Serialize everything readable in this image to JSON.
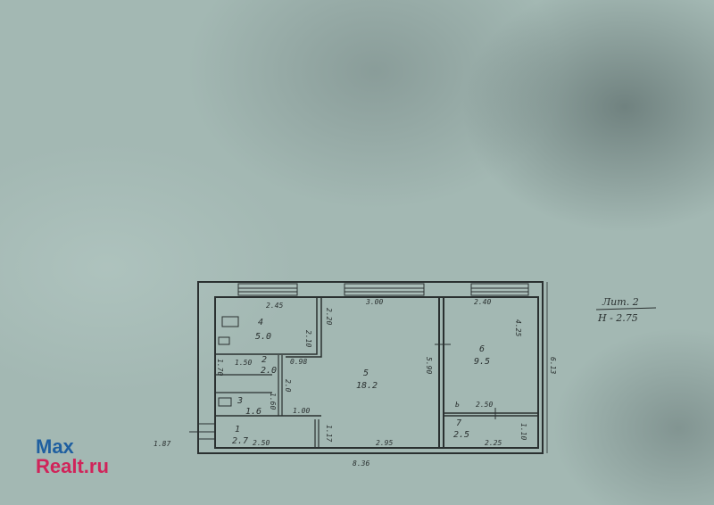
{
  "plan": {
    "rooms": [
      {
        "number": "1",
        "area": "2.7"
      },
      {
        "number": "2",
        "area": "2.0"
      },
      {
        "number": "3",
        "area": "1.6"
      },
      {
        "number": "4",
        "area": "5.0"
      },
      {
        "number": "5",
        "area": "18.2"
      },
      {
        "number": "6",
        "area": "9.5"
      },
      {
        "number": "7",
        "area": "2.5"
      }
    ],
    "dimensions": {
      "d_245": "2.45",
      "d_300": "3.00",
      "d_240": "2.40",
      "d_220": "2.20",
      "d_210": "2.10",
      "d_150": "1.50",
      "d_098": "0.98",
      "d_170": "1.70",
      "d_200": "2.0",
      "d_590": "5.90",
      "d_425": "4.25",
      "d_250b": "2.50",
      "d_160": "1.60",
      "d_100": "1.00",
      "d_117": "1.17",
      "d_250": "2.50",
      "d_295": "2.95",
      "d_225": "2.25",
      "d_110": "1.10",
      "d_613": "6.13",
      "d_836": "8.36",
      "d_entry": "1.87"
    },
    "sheet_note": "Лит. 2",
    "height_note": "H - 2.75",
    "balcony_mark": "Ь"
  },
  "watermark": {
    "line1": "Max",
    "line2": "Realt.ru"
  }
}
